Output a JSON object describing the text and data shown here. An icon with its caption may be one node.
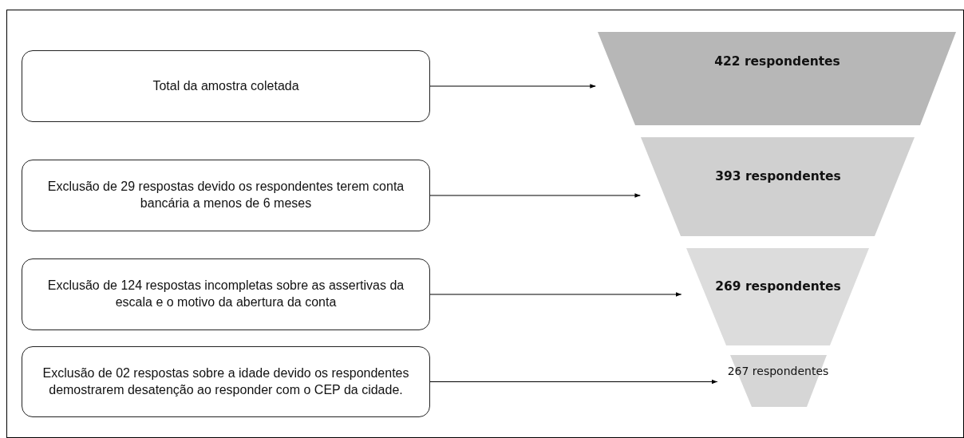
{
  "diagram": {
    "nodes": [
      {
        "text": [
          "Total da amostra coletada"
        ]
      },
      {
        "text": [
          "Exclusão de 29 respostas devido os respondentes terem conta bancária a menos de 6 meses"
        ]
      },
      {
        "text": [
          "Exclusão de 124 respostas incompletas sobre as assertivas da escala e o motivo da abertura da conta"
        ]
      },
      {
        "text": [
          "Exclusão de 02 respostas sobre a idade devido os respondentes demostrarem desatenção ao responder com o CEP da cidade."
        ]
      },
      {
        "text": [
          "422 respondentes"
        ]
      },
      {
        "text": [
          "393 respondentes"
        ]
      },
      {
        "text": [
          "269 respondentes"
        ]
      },
      {
        "text": [
          "267 respondentes"
        ]
      }
    ],
    "edges": [
      {
        "from": 0,
        "to": 4,
        "arrow": "to"
      },
      {
        "from": 1,
        "to": 5,
        "arrow": "to"
      },
      {
        "from": 2,
        "to": 6,
        "arrow": "to"
      },
      {
        "from": 3,
        "to": 7,
        "arrow": "to"
      }
    ]
  }
}
